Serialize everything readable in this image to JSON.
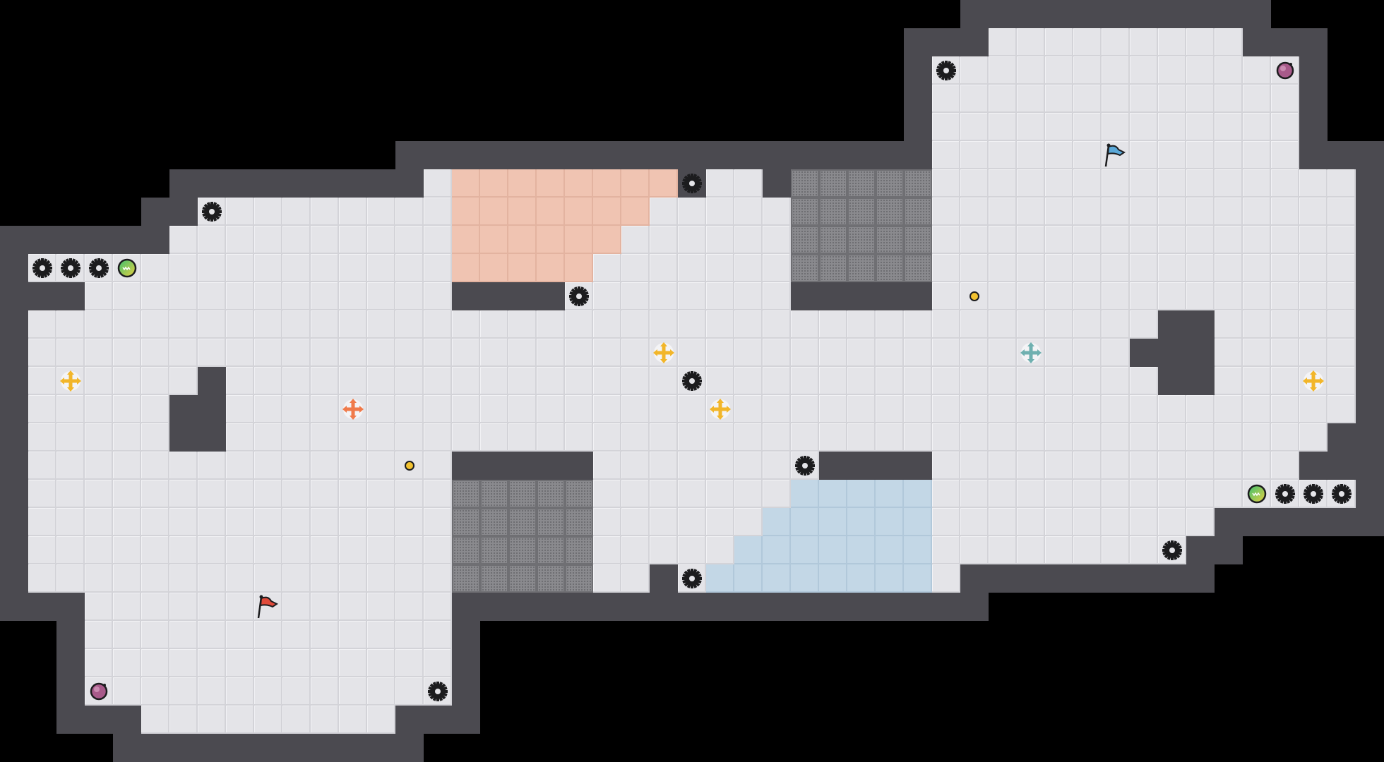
{
  "game": {
    "colors": {
      "floor": "#e4e4e8",
      "wall": "#4b4a50",
      "peach_zone": "#f0c4b2",
      "blue_zone": "#c3d7e6",
      "metal_zone": "#8a8a8e",
      "yellow_cross": "#f2b62a",
      "orange_cross": "#f07a4a",
      "teal_cross": "#6fb0b0",
      "red_flag": "#e04a3a",
      "blue_flag": "#5aa8d8"
    },
    "entity_types": [
      "gear-hazard",
      "green-ball",
      "purple-ball",
      "blue-flag",
      "red-flag",
      "yellow-cross",
      "orange-cross",
      "teal-cross",
      "yellow-dot"
    ]
  }
}
